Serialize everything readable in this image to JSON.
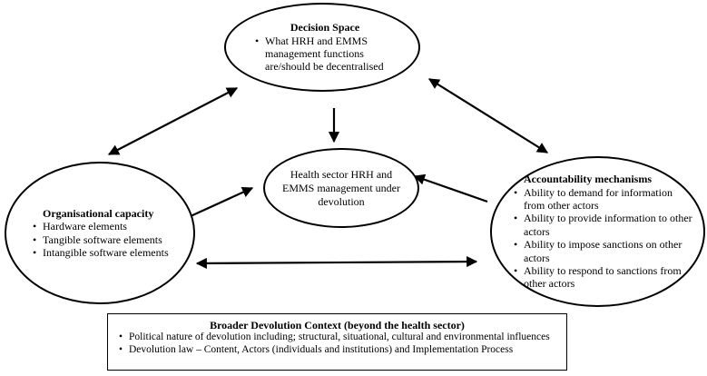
{
  "diagram": {
    "nodes": {
      "decision_space": {
        "title": "Decision Space",
        "bullets": [
          "What HRH and EMMS management  functions are/should be decentralised"
        ]
      },
      "organisational_capacity": {
        "title": "Organisational capacity",
        "bullets": [
          "Hardware elements",
          "Tangible software elements",
          "Intangible software elements"
        ]
      },
      "health_sector": {
        "text": "Health sector HRH and EMMS management under devolution"
      },
      "accountability_mechanisms": {
        "title": "Accountability mechanisms",
        "bullets": [
          "Ability to demand for information from other actors",
          "Ability to provide information to other actors",
          "Ability to impose sanctions on other actors",
          "Ability to respond to sanctions from other actors"
        ]
      },
      "broader_devolution_context": {
        "title": "Broader Devolution Context (beyond the health sector)",
        "bullets": [
          "Political nature of devolution including; structural, situational, cultural and environmental influences",
          "Devolution law – Content, Actors (individuals and institutions) and Implementation Process"
        ]
      }
    },
    "colors": {
      "stroke": "#000000",
      "background": "#ffffff"
    }
  }
}
